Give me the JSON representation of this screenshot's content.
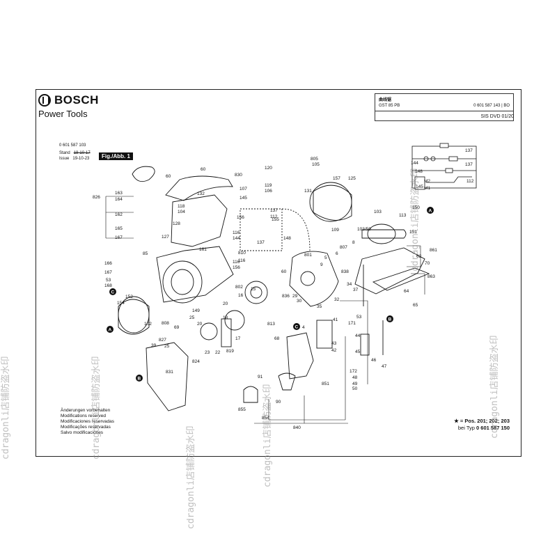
{
  "brand": {
    "name": "BOSCH",
    "subtitle": "Power Tools"
  },
  "info_box": {
    "title": "曲线锯",
    "model": "GST 85 PB",
    "number": "0 601 587 143 | BO",
    "dvd": "SIS DVD 01/20"
  },
  "meta": {
    "part_no": "0 601 587 103",
    "stand_label": "Stand",
    "stand_date": "19-10-17",
    "issue_label": "Issue",
    "issue_date": "19-10-23",
    "figure": "Fig./Abb. 1"
  },
  "notes": [
    "Änderungen vorbehalten",
    "Modifications reserved",
    "Modificaciones reservadas",
    "Modificações reservadas",
    "Salvo modificaciones"
  ],
  "pos_note": {
    "line1": "★ = Pos. 201; 202; 203",
    "line2_prefix": "bei Typ ",
    "type_no": "0 601 587 150"
  },
  "watermark": "cdragonli店铺防盗水印",
  "schematic": {
    "top_right": "137",
    "mid_right": "137",
    "l144": "144",
    "l148": "148",
    "l145": "145",
    "m2": "M2",
    "m1": "M1",
    "l112": "112"
  },
  "callouts": {
    "c60a": "60",
    "c60b": "60",
    "c830": "830",
    "c805": "805",
    "c105": "105",
    "c120": "120",
    "c125": "125",
    "c826": "826",
    "c163": "163",
    "c164": "164",
    "c162": "162",
    "c165": "165",
    "c167a": "167",
    "c85": "85",
    "c166": "166",
    "c167b": "167",
    "c53a": "53",
    "c168": "168",
    "c152": "152",
    "c154": "154",
    "c102": "102",
    "c132": "132",
    "c118": "118",
    "c104": "104",
    "c128": "128",
    "c127": "127",
    "c161": "161",
    "c149": "149",
    "c808": "808",
    "c119": "119",
    "c107": "107",
    "c106": "106",
    "c131": "131",
    "c145": "145",
    "c157": "157",
    "c156a": "156",
    "c137a": "137",
    "c112": "112",
    "c155": "155",
    "c116a": "116",
    "c144": "144",
    "c109": "109",
    "c148": "148",
    "c137b": "137",
    "c116b": "116",
    "c156b": "156",
    "c810": "810",
    "c116c": "116",
    "c103": "103",
    "c103_50": "103/50",
    "c113": "113",
    "c150": "150",
    "c151": "151",
    "c801": "801",
    "c807": "807",
    "c6": "6",
    "c8": "8",
    "c5": "5",
    "c9": "9",
    "c838": "838",
    "c60c": "60",
    "c861": "861",
    "c62": "62",
    "c70": "70",
    "c863": "863",
    "c802": "802",
    "c15": "15",
    "c16": "16",
    "c20a": "20",
    "c836": "836",
    "c29": "29",
    "c30": "30",
    "c34": "34",
    "c37": "37",
    "c35": "35",
    "c32": "32",
    "c813": "813",
    "c64": "64",
    "c65": "65",
    "c69": "69",
    "c25": "25",
    "c20b": "20",
    "c18": "18",
    "c17": "17",
    "c827": "827",
    "c25b": "25",
    "c39": "39",
    "c23": "23",
    "c22": "22",
    "c819": "819",
    "c824": "824",
    "c831": "831",
    "c4": "4",
    "c41": "41",
    "c171": "171",
    "c53b": "53",
    "c68": "68",
    "c44": "44",
    "c43": "43",
    "c42": "42",
    "c45": "45",
    "c46": "46",
    "c47": "47",
    "c91": "91",
    "c172": "172",
    "c48": "48",
    "c49": "49",
    "c50": "50",
    "c851": "851",
    "c90": "90",
    "c855": "855",
    "c854": "854",
    "c840": "840"
  },
  "tags": {
    "A1": "A",
    "A2": "A",
    "B1": "B",
    "B2": "B",
    "C1": "C",
    "C2": "C"
  }
}
